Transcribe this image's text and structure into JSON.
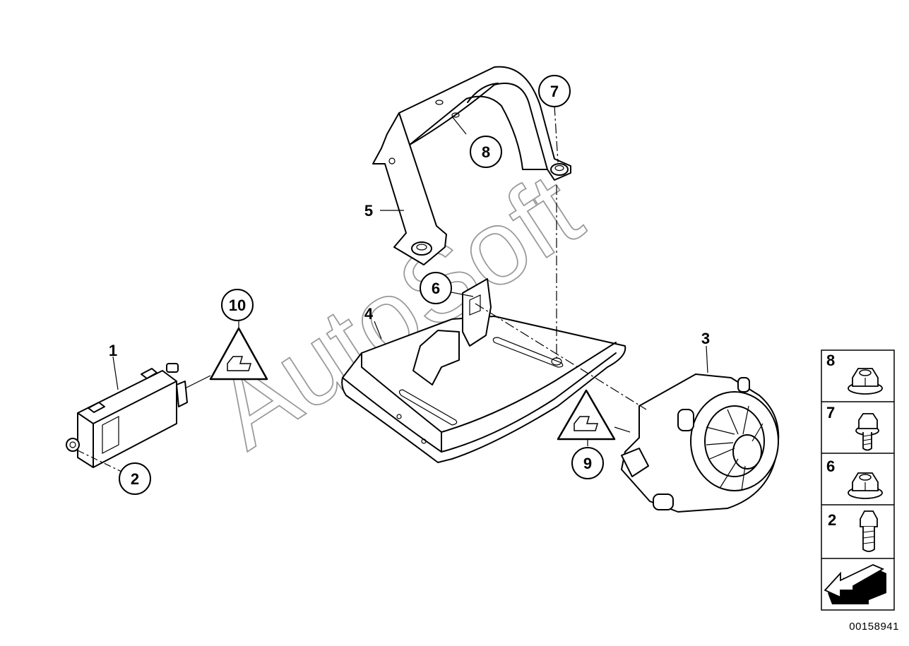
{
  "watermark": "AutoSoft",
  "labels": {
    "l1": "1",
    "l2": "2",
    "l3": "3",
    "l4": "4",
    "l5": "5",
    "l6": "6",
    "l7": "7",
    "l8": "8",
    "l9": "9",
    "l10": "10"
  },
  "legend": [
    {
      "num": "8",
      "part": "hex-flange-nut-icon"
    },
    {
      "num": "7",
      "part": "hex-bolt-icon"
    },
    {
      "num": "6",
      "part": "hex-flange-nut-icon"
    },
    {
      "num": "2",
      "part": "hex-bolt-icon"
    }
  ],
  "diagram_id": "00158941"
}
